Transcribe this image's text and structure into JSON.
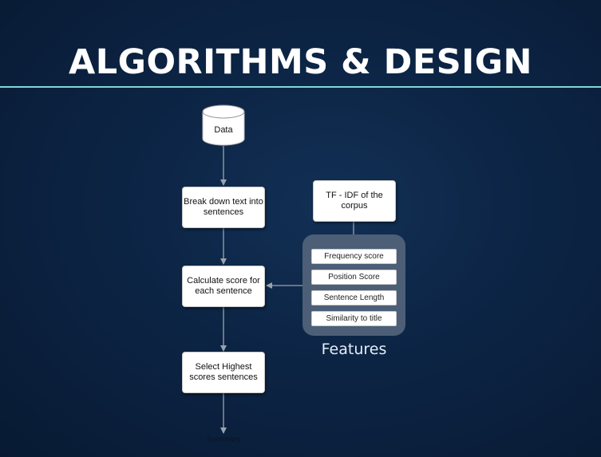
{
  "slide": {
    "title": "ALGORITHMS & DESIGN"
  },
  "flow": {
    "data_node": "Data",
    "step_break": "Break down text into sentences",
    "step_score": "Calculate score for each sentence",
    "step_select": "Select Highest scores sentences",
    "summary": "Summary",
    "tfidf": "TF - IDF of the corpus"
  },
  "features": {
    "label": "Features",
    "items": [
      "Frequency score",
      "Position Score",
      "Sentence Length",
      "Similarity to title"
    ]
  },
  "colors": {
    "background": "#0c2444",
    "divider": "#7fd8d6",
    "panel": "#4c5f77",
    "connector": "#9aa3ad"
  }
}
